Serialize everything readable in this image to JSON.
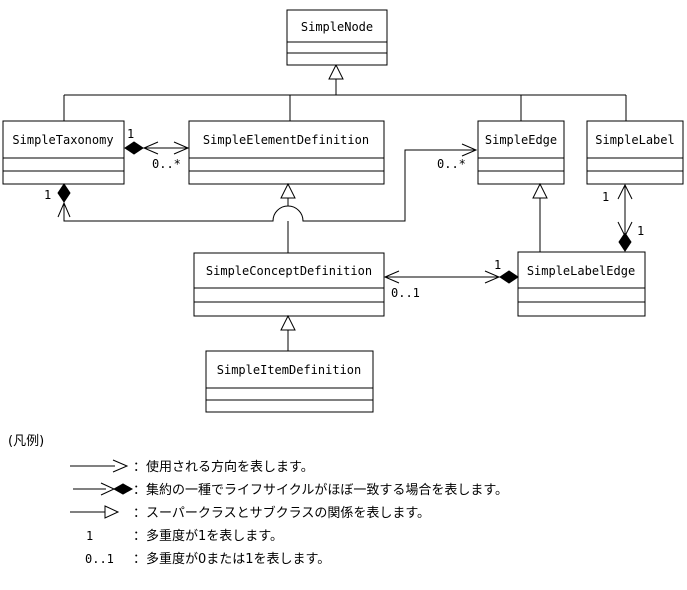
{
  "diagram_type": "uml-class-diagram",
  "colors": {
    "line": "#000000",
    "background": "#ffffff",
    "diamond_fill": "#000000"
  },
  "classes": {
    "node": "SimpleNode",
    "taxonomy": "SimpleTaxonomy",
    "element_definition": "SimpleElementDefinition",
    "edge": "SimpleEdge",
    "label": "SimpleLabel",
    "concept_definition": "SimpleConceptDefinition",
    "label_edge": "SimpleLabelEdge",
    "item_definition": "SimpleItemDefinition"
  },
  "multiplicities": {
    "taxonomy_elementdef": {
      "near_taxonomy": "1",
      "near_elementdef": "0..*"
    },
    "taxonomy_edge": {
      "near_taxonomy": "1",
      "near_edge": "0..*"
    },
    "conceptdef_labeledge": {
      "near_conceptdef": "0..1",
      "near_labeledge": "1"
    },
    "label_labeledge": {
      "near_label": "1",
      "near_labeledge": "1"
    }
  },
  "legend": {
    "heading": "(凡例)",
    "rows": [
      {
        "id": "direction",
        "text": "：使用される方向を表します。"
      },
      {
        "id": "aggregation",
        "text": "：集約の一種でライフサイクルがほぼ一致する場合を表します。"
      },
      {
        "id": "generalization",
        "text": "：スーパークラスとサブクラスの関係を表します。"
      },
      {
        "id": "multiplicity-one",
        "symbol": "1",
        "text": "：多重度が1を表します。"
      },
      {
        "id": "multiplicity-zero-or-one",
        "symbol": "0..1",
        "text": "：多重度が0または1を表します。"
      }
    ]
  }
}
